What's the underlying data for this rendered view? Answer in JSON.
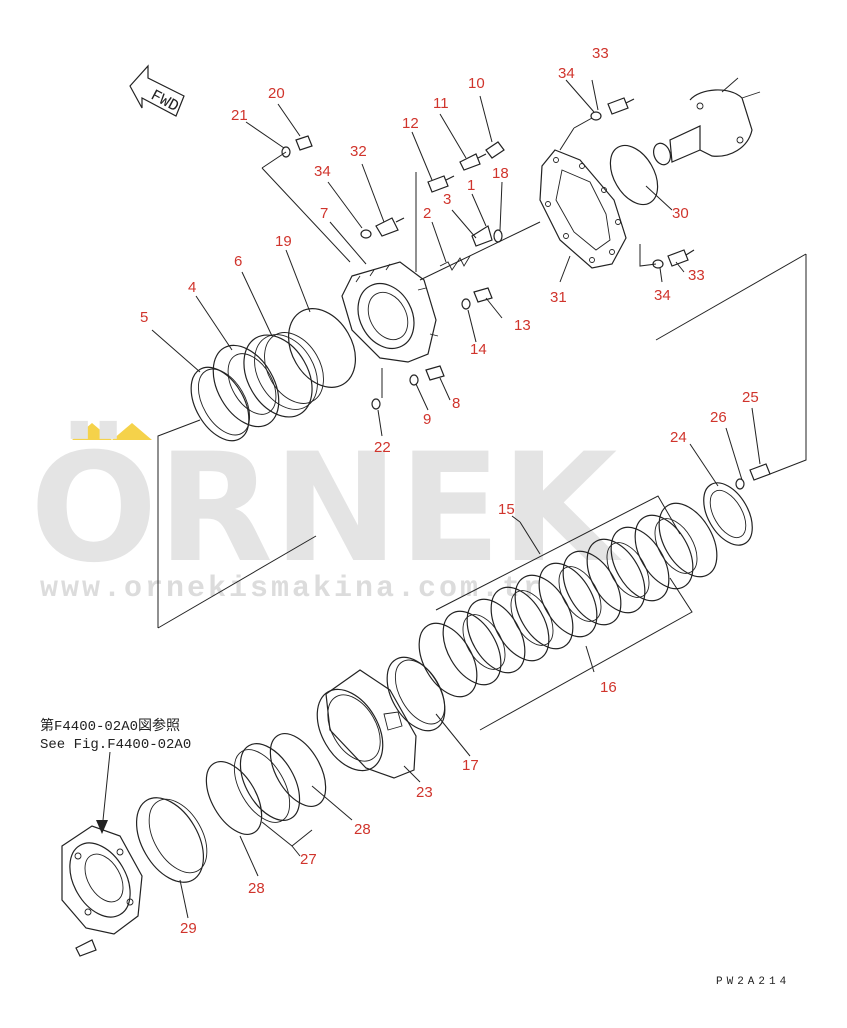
{
  "watermark": {
    "brand": "ÖRNEK",
    "url": "www.ornekismakina.com.tr",
    "accent_color": "#f5d24a"
  },
  "fwd_label": "FWD",
  "reference_note": {
    "japanese": "第F4400-02A0図参照",
    "english": "See Fig.F4400-02A0"
  },
  "drawing_code": "PW2A214",
  "part_labels": [
    "1",
    "2",
    "3",
    "4",
    "5",
    "6",
    "7",
    "8",
    "9",
    "10",
    "11",
    "12",
    "13",
    "14",
    "15",
    "16",
    "17",
    "18",
    "19",
    "20",
    "21",
    "22",
    "23",
    "24",
    "25",
    "26",
    "27",
    "28",
    "28",
    "29",
    "30",
    "31",
    "32",
    "33",
    "33",
    "34",
    "34",
    "34"
  ],
  "colors": {
    "label": "#d0342c",
    "line": "#222222",
    "watermark": "#e4e4e4"
  }
}
